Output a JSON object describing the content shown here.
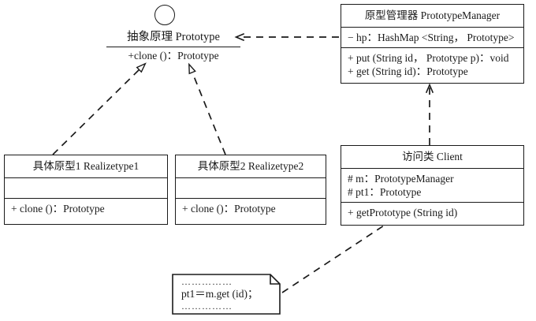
{
  "diagram": {
    "title": "Prototype pattern UML class diagram",
    "stroke_color": "#1a1a1a",
    "background_color": "#ffffff"
  },
  "interface": {
    "name": "抽象原理 Prototype",
    "lollipop_icon": "interface-circle-icon",
    "operations": [
      "+clone ()：Prototype"
    ]
  },
  "classes": [
    {
      "id": "realizetype1",
      "name": "具体原型1 Realizetype1",
      "attributes": [],
      "operations": [
        "+ clone ()：Prototype"
      ]
    },
    {
      "id": "realizetype2",
      "name": "具体原型2 Realizetype2",
      "attributes": [],
      "operations": [
        "+ clone ()：Prototype"
      ]
    },
    {
      "id": "prototypemanager",
      "name": "原型管理器 PrototypeManager",
      "attributes": [
        "− hp：HashMap <String， Prototype>"
      ],
      "operations": [
        "+ put (String id， Prototype p)：void",
        "+ get (String id)：Prototype"
      ]
    },
    {
      "id": "client",
      "name": "访问类 Client",
      "attributes": [
        "# m：PrototypeManager",
        "# pt1：Prototype"
      ],
      "operations": [
        "+ getPrototype (String id)"
      ]
    }
  ],
  "note": {
    "id": "client-code-note",
    "line_top": "……………",
    "code": "pt1＝m.get (id)；",
    "line_bottom": "……………"
  },
  "relations": [
    {
      "id": "realization-realizetype1-to-prototype",
      "kind": "realization",
      "style": "dashed",
      "arrowhead": "hollow-triangle",
      "from": "realizetype1",
      "to": "interface"
    },
    {
      "id": "realization-realizetype2-to-prototype",
      "kind": "realization",
      "style": "dashed",
      "arrowhead": "hollow-triangle",
      "from": "realizetype2",
      "to": "interface"
    },
    {
      "id": "dependency-prototypemanager-to-prototype",
      "kind": "dependency",
      "style": "dashed",
      "arrowhead": "open-arrow",
      "from": "prototypemanager",
      "to": "interface"
    },
    {
      "id": "dependency-client-to-prototypemanager",
      "kind": "dependency",
      "style": "dashed",
      "arrowhead": "open-arrow",
      "from": "client",
      "to": "prototypemanager"
    },
    {
      "id": "note-anchor-client",
      "kind": "note-anchor",
      "style": "dashed",
      "arrowhead": "none",
      "from": "client-code-note",
      "to": "client"
    }
  ]
}
